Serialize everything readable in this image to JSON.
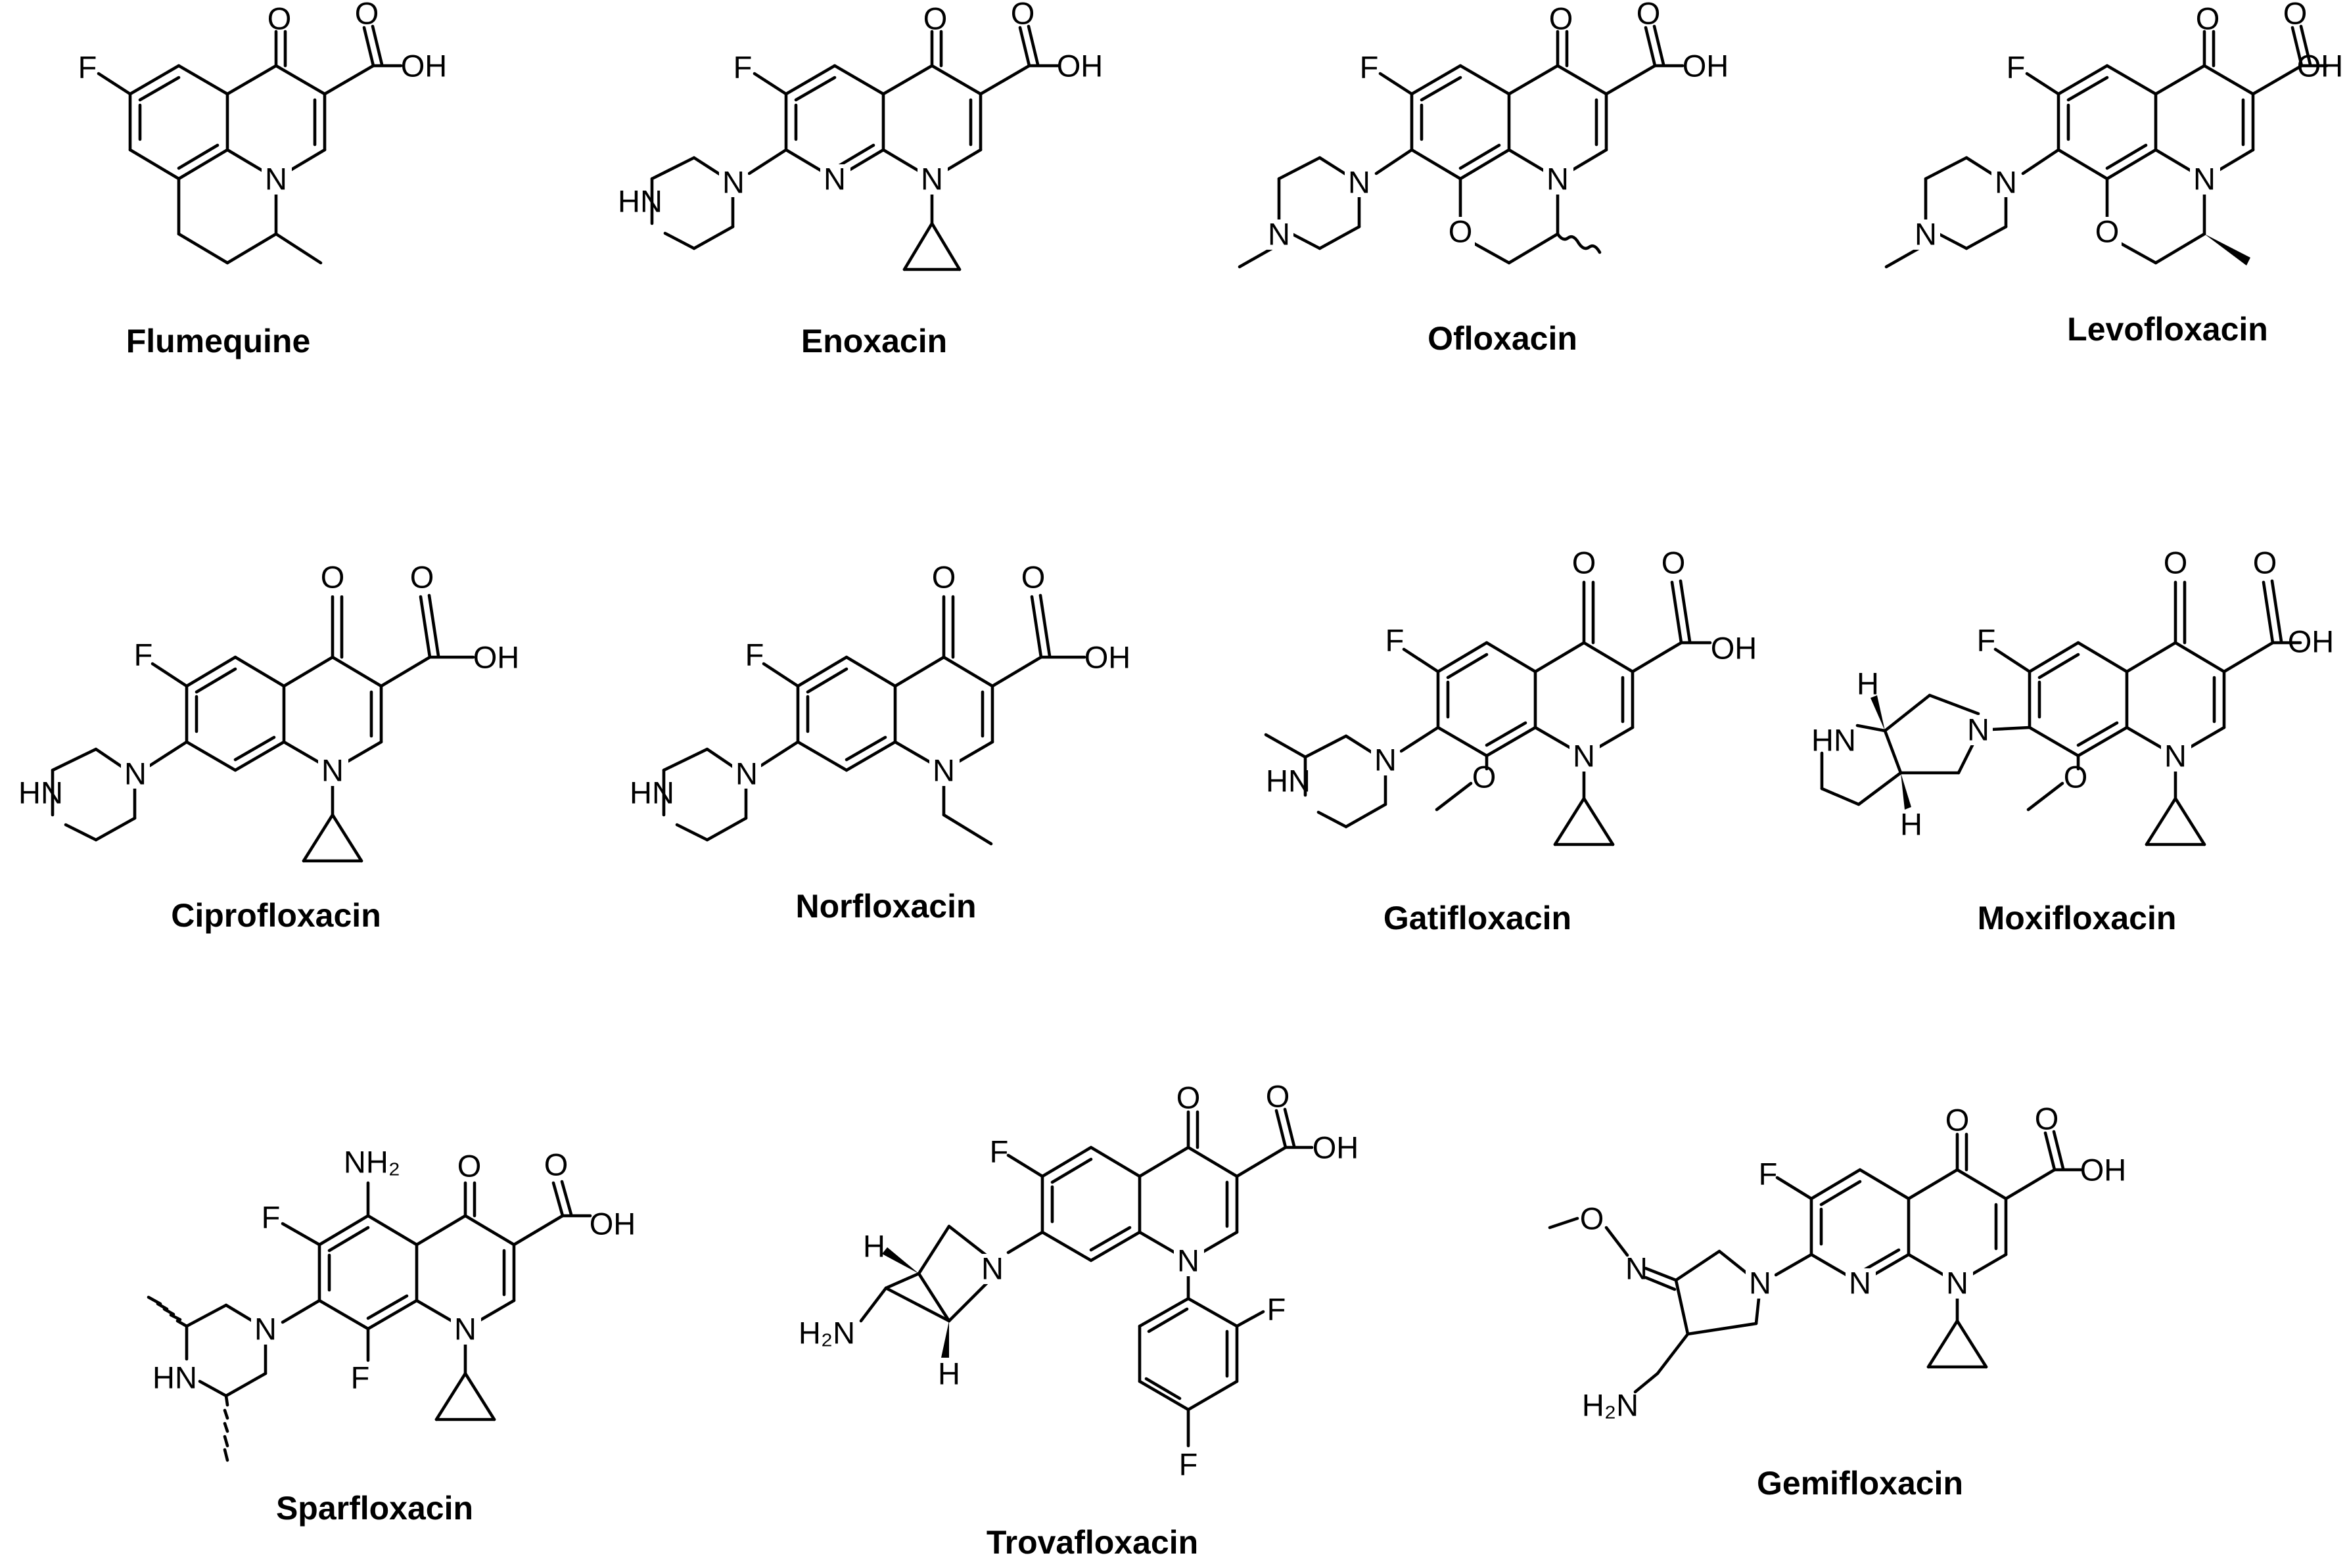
{
  "figure": {
    "molecules": [
      {
        "key": "flumequine",
        "name": "Flumequine"
      },
      {
        "key": "enoxacin",
        "name": "Enoxacin"
      },
      {
        "key": "ofloxacin",
        "name": "Ofloxacin"
      },
      {
        "key": "levofloxacin",
        "name": "Levofloxacin"
      },
      {
        "key": "ciprofloxacin",
        "name": "Ciprofloxacin"
      },
      {
        "key": "norfloxacin",
        "name": "Norfloxacin"
      },
      {
        "key": "gatifloxacin",
        "name": "Gatifloxacin"
      },
      {
        "key": "moxifloxacin",
        "name": "Moxifloxacin"
      },
      {
        "key": "sparfloxacin",
        "name": "Sparfloxacin"
      },
      {
        "key": "trovafloxacin",
        "name": "Trovafloxacin"
      },
      {
        "key": "gemifloxacin",
        "name": "Gemifloxacin"
      }
    ]
  },
  "atoms": {
    "O": "O",
    "OH": "OH",
    "F": "F",
    "N": "N",
    "HN": "HN",
    "H": "H",
    "NH2": "NH₂",
    "H2N": "H₂N"
  }
}
